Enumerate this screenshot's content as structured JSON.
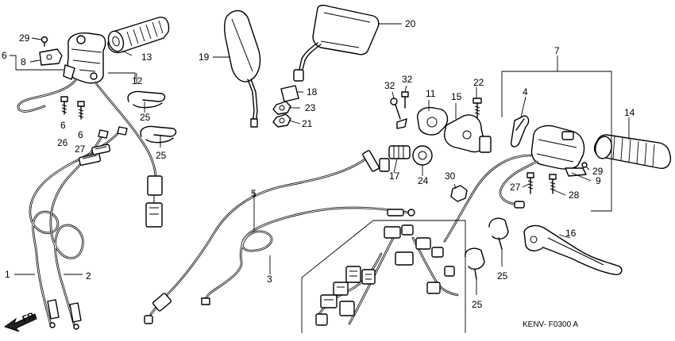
{
  "callouts": {
    "c1": "1",
    "c2": "2",
    "c3": "3",
    "c4": "4",
    "c5": "5",
    "c6a": "6",
    "c6b": "6",
    "c7": "7",
    "c8": "8",
    "c9": "9",
    "c11": "11",
    "c12": "12",
    "c13": "13",
    "c14": "14",
    "c15": "15",
    "c16": "16",
    "c17": "17",
    "c18": "18",
    "c19": "19",
    "c20": "20",
    "c21": "21",
    "c22": "22",
    "c23": "23",
    "c24": "24",
    "c25a": "25",
    "c25b": "25",
    "c25c": "25",
    "c25d": "25",
    "c26": "26",
    "c27a": "27",
    "c27b": "27",
    "c28": "28",
    "c29a": "29",
    "c29b": "29",
    "c30": "30",
    "c32a": "32",
    "c32b": "32"
  },
  "front_indicator": "FR.",
  "diagram_code": "KENV-  F0300 A"
}
